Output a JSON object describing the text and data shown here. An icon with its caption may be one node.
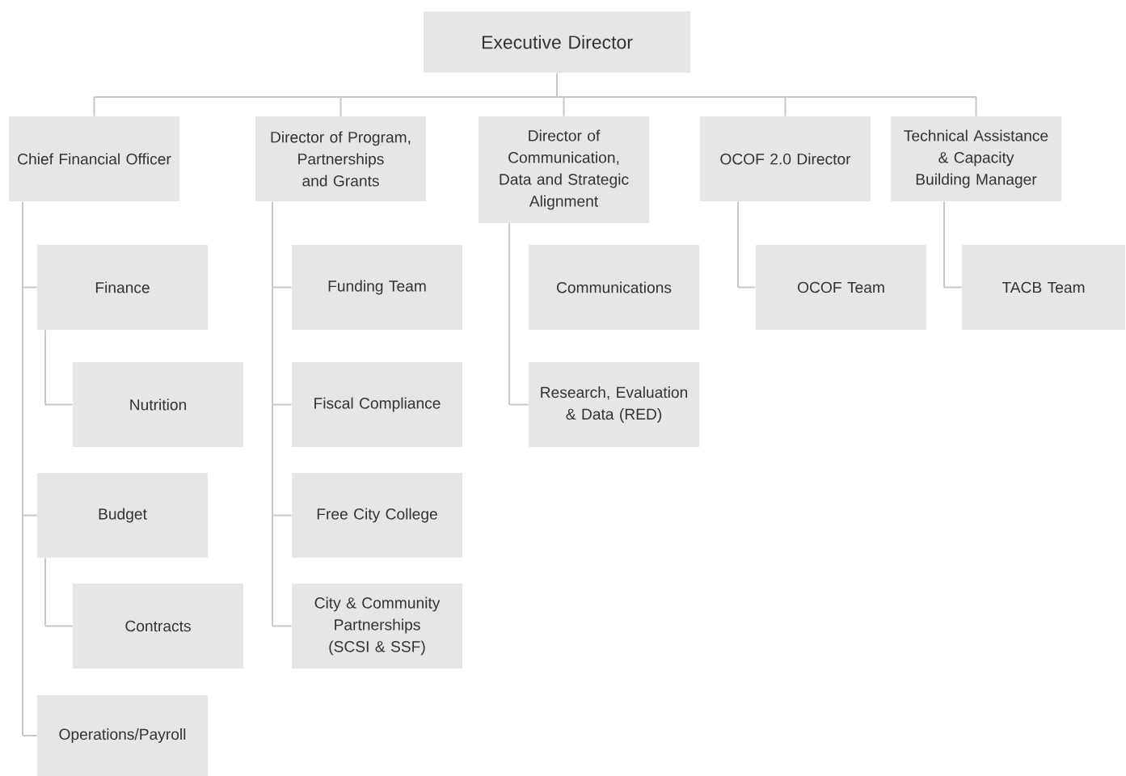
{
  "diagram": {
    "nodes": [
      {
        "text": [
          "Executive Director"
        ]
      },
      {
        "text": [
          "Chief Financial Officer"
        ]
      },
      {
        "text": [
          "Director of Program, Partnerships and Grants"
        ]
      },
      {
        "text": [
          "Director of Communication, Data and Strategic Alignment"
        ]
      },
      {
        "text": [
          "OCOF 2.0 Director"
        ]
      },
      {
        "text": [
          "Technical Assistance & Capacity Building Manager"
        ]
      },
      {
        "text": [
          "Finance"
        ]
      },
      {
        "text": [
          "Nutrition"
        ]
      },
      {
        "text": [
          "Budget"
        ]
      },
      {
        "text": [
          "Contracts"
        ]
      },
      {
        "text": [
          "Operations/Payroll"
        ]
      },
      {
        "text": [
          "Funding Team"
        ]
      },
      {
        "text": [
          "Fiscal Compliance"
        ]
      },
      {
        "text": [
          "Free City College"
        ]
      },
      {
        "text": [
          "City & Community Partnerships (SCSI & SSF)"
        ]
      },
      {
        "text": [
          "Communications"
        ]
      },
      {
        "text": [
          "Research, Evaluation & Data (RED)"
        ]
      },
      {
        "text": [
          "OCOF Team"
        ]
      },
      {
        "text": [
          "TACB Team"
        ]
      }
    ],
    "edges": [
      {
        "from": 0,
        "to": 1,
        "arrow": "none"
      },
      {
        "from": 0,
        "to": 2,
        "arrow": "none"
      },
      {
        "from": 0,
        "to": 3,
        "arrow": "none"
      },
      {
        "from": 0,
        "to": 4,
        "arrow": "none"
      },
      {
        "from": 0,
        "to": 5,
        "arrow": "none"
      },
      {
        "from": 1,
        "to": 6,
        "arrow": "none"
      },
      {
        "from": 6,
        "to": 7,
        "arrow": "none"
      },
      {
        "from": 1,
        "to": 8,
        "arrow": "none"
      },
      {
        "from": 8,
        "to": 9,
        "arrow": "none"
      },
      {
        "from": 1,
        "to": 10,
        "arrow": "none"
      },
      {
        "from": 2,
        "to": 11,
        "arrow": "none"
      },
      {
        "from": 2,
        "to": 12,
        "arrow": "none"
      },
      {
        "from": 2,
        "to": 13,
        "arrow": "none"
      },
      {
        "from": 2,
        "to": 14,
        "arrow": "none"
      },
      {
        "from": 3,
        "to": 16,
        "arrow": "none"
      },
      {
        "from": 4,
        "to": 17,
        "arrow": "none"
      },
      {
        "from": 5,
        "to": 18,
        "arrow": "none"
      }
    ]
  }
}
